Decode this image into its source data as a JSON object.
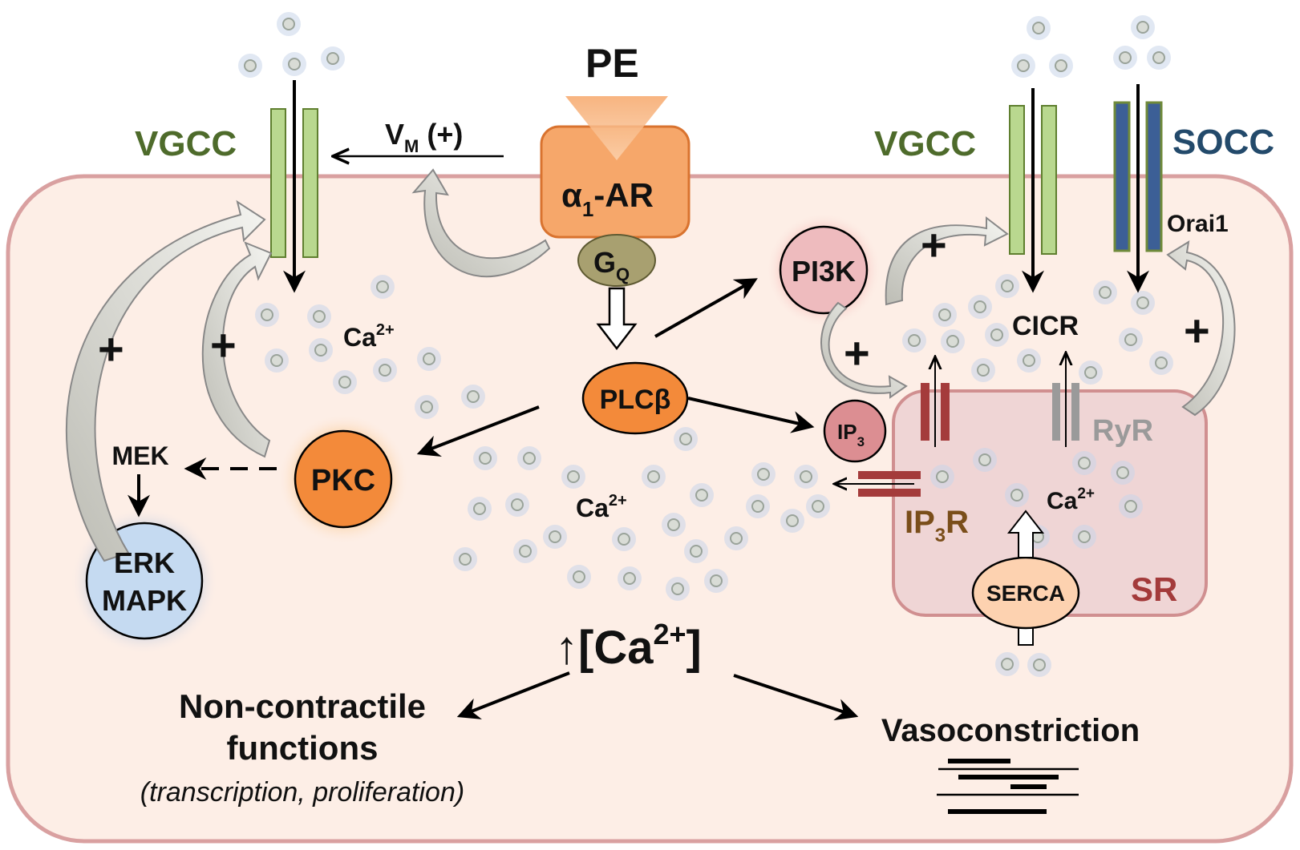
{
  "labels": {
    "ligand": "PE",
    "receptor_alpha": "α",
    "receptor_sub": "1",
    "receptor_rest": "-AR",
    "gq_main": "G",
    "gq_sub": "Q",
    "plc": "PLCβ",
    "pkc": "PKC",
    "pi3k": "PI3K",
    "ip3_main": "IP",
    "ip3_sub": "3",
    "mek": "MEK",
    "erk_line1": "ERK",
    "erk_line2": "MAPK",
    "vgcc_left": "VGCC",
    "vgcc_right": "VGCC",
    "socc": "SOCC",
    "orai": "Orai1",
    "vm_main": "V",
    "vm_sub": "M",
    "vm_rest": " (+)",
    "ca_top_main": "Ca",
    "ca_top_sup": "2+",
    "ca_center_main": "Ca",
    "ca_center_sup": "2+",
    "ca_sr_main": "Ca",
    "ca_sr_sup": "2+",
    "cicr": "CICR",
    "ryr": "RyR",
    "ip3r_main": "IP",
    "ip3r_sub": "3",
    "ip3r_rest": "R",
    "serca": "SERCA",
    "sr": "SR",
    "plus": "+",
    "calcium_rise_prefix": "↑[Ca",
    "calcium_rise_sup": "2+",
    "calcium_rise_suffix": "]",
    "noncontractile_line1": "Non-contractile",
    "noncontractile_line2": "functions",
    "noncontractile_detail": "(transcription, proliferation)",
    "vasoconstriction": "Vasoconstriction"
  },
  "colors": {
    "cell_fill": "#fdeee6",
    "cell_border": "#d9a0a0",
    "sr_fill": "#efd5d5",
    "sr_border": "#d08f90",
    "receptor": "#f6a76a",
    "gq": "#a8a070",
    "orange_node": "#f38a3a",
    "pi3k": "#eebbbe",
    "erk": "#c5daf1",
    "vgcc_text": "#4e6b2b",
    "socc_text": "#234a6b",
    "ip3r": "#a43b3b",
    "ryr": "#9a9a9a",
    "serca": "#fdd2b0",
    "ip3r_text": "#7a4e1a",
    "sr_text": "#a33a3a"
  }
}
